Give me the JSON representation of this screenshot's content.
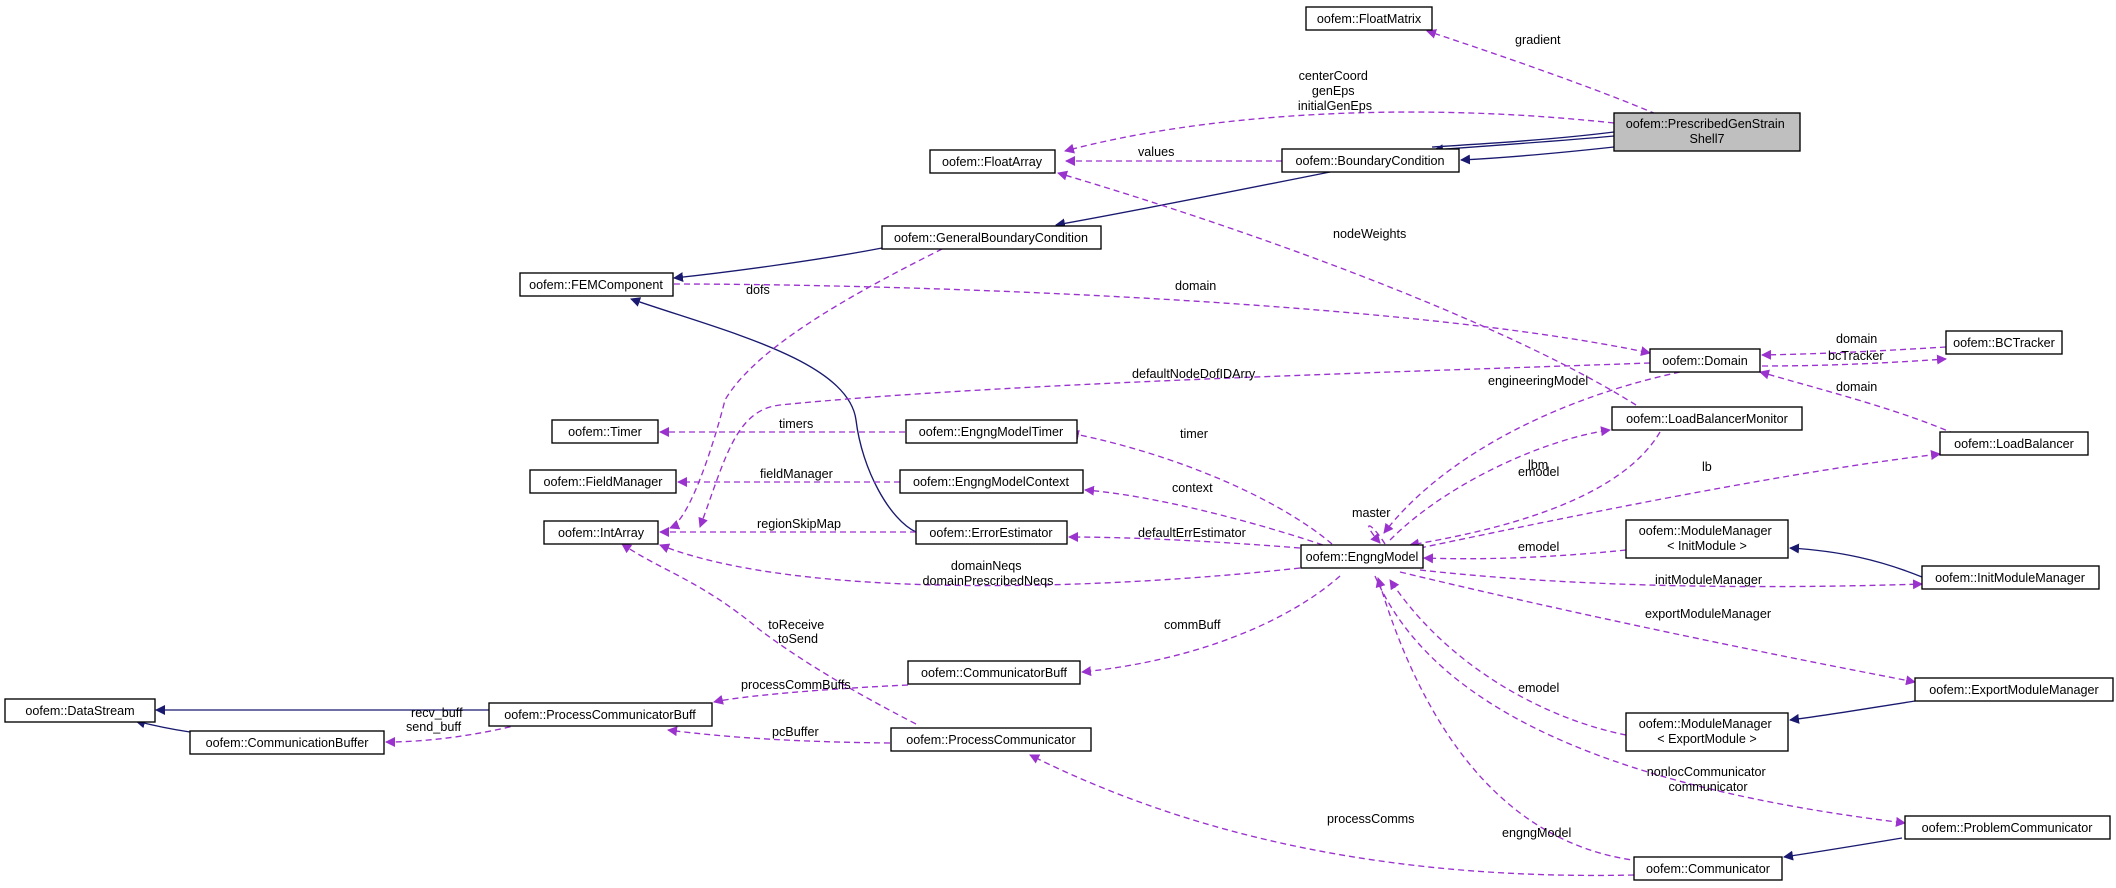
{
  "classes": {
    "floatmatrix": "oofem::FloatMatrix",
    "prescribed": [
      "oofem::PrescribedGenStrain",
      "Shell7"
    ],
    "floatarray": "oofem::FloatArray",
    "bc": "oofem::BoundaryCondition",
    "gbc": "oofem::GeneralBoundaryCondition",
    "femcomp": "oofem::FEMComponent",
    "domain": "oofem::Domain",
    "bctracker": "oofem::BCTracker",
    "timer": "oofem::Timer",
    "emtimer": "oofem::EngngModelTimer",
    "lbmonitor": "oofem::LoadBalancerMonitor",
    "loadbalancer": "oofem::LoadBalancer",
    "fieldmanager": "oofem::FieldManager",
    "emcontext": "oofem::EngngModelContext",
    "intarray": "oofem::IntArray",
    "errest": "oofem::ErrorEstimator",
    "engngmodel": "oofem::EngngModel",
    "mminit": [
      "oofem::ModuleManager",
      "< InitModule >"
    ],
    "initmm": "oofem::InitModuleManager",
    "datastream": "oofem::DataStream",
    "combuff": "oofem::CommunicatorBuff",
    "exportmm": "oofem::ExportModuleManager",
    "pcbuff": "oofem::ProcessCommunicatorBuff",
    "procomm": "oofem::ProcessCommunicator",
    "commbuffer": "oofem::CommunicationBuffer",
    "mmexport": [
      "oofem::ModuleManager",
      "< ExportModule >"
    ],
    "problemcomm": "oofem::ProblemCommunicator",
    "communicator": "oofem::Communicator"
  },
  "edge_labels": {
    "gradient": "gradient",
    "center_coord": [
      "centerCoord",
      "genEps",
      "initialGenEps"
    ],
    "values": "values",
    "node_weights": "nodeWeights",
    "dofs": "dofs",
    "domain_fem": "domain",
    "domain_bctracker": "domain",
    "bc_tracker": "bcTracker",
    "default_node_dof": "defaultNodeDofIDArry",
    "domain_lb": "domain",
    "engineering_model": "engineeringModel",
    "timers": "timers",
    "timer": "timer",
    "lbm": "lbm",
    "field_manager": "fieldManager",
    "emodel_lbm": "emodel",
    "lb": "lb",
    "context": "context",
    "master": "master",
    "region_skip_map": "regionSkipMap",
    "default_err_estimator": "defaultErrEstimator",
    "emodel_init": "emodel",
    "domain_neqs": [
      "domainNeqs",
      "domainPrescribedNeqs"
    ],
    "init_module_manager": "initModuleManager",
    "to_receive": [
      "toReceive",
      "toSend"
    ],
    "comm_buff": "commBuff",
    "export_module_manager": "exportModuleManager",
    "process_comm_buffs": "processCommBuffs",
    "recv_buff": [
      "recv_buff",
      "send_buff"
    ],
    "emodel_export": "emodel",
    "pc_buffer": "pcBuffer",
    "nonloc_communicator": [
      "nonlocCommunicator",
      "communicator"
    ],
    "process_comms": "processComms",
    "engng_model": "engngModel"
  },
  "colors": {
    "inheritance": "#191970",
    "usage": "#9a32cd",
    "focus_fill": "#bfbfbf"
  }
}
